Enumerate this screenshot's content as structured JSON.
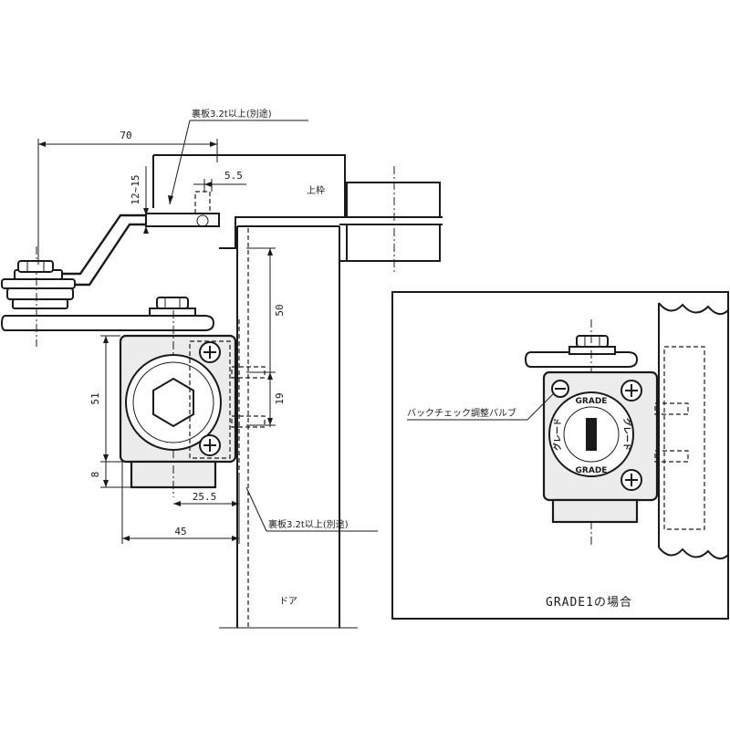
{
  "dimensions": {
    "d70": "70",
    "d12_15": "12~15",
    "d5_5": "5.5",
    "d50": "50",
    "d51": "51",
    "d19": "19",
    "d8": "8",
    "d25_5": "25.5",
    "d45": "45"
  },
  "labels": {
    "backplate_top": "裏板3.2t以上(別途)",
    "backplate_bottom": "裏板3.2t以上(別途)",
    "top_frame": "上枠",
    "door": "ドア",
    "backcheck_valve": "バックチェック調整バルブ",
    "inset_caption": "GRADE1の場合"
  },
  "dial": {
    "text_top": "GRADE",
    "text_left": "グレード",
    "text_right": "グレード",
    "text_bottom": "GRADE"
  },
  "icons": [
    "hex-socket-icon",
    "phillips-screw-icon",
    "hex-nut-icon",
    "grade-dial-icon"
  ]
}
